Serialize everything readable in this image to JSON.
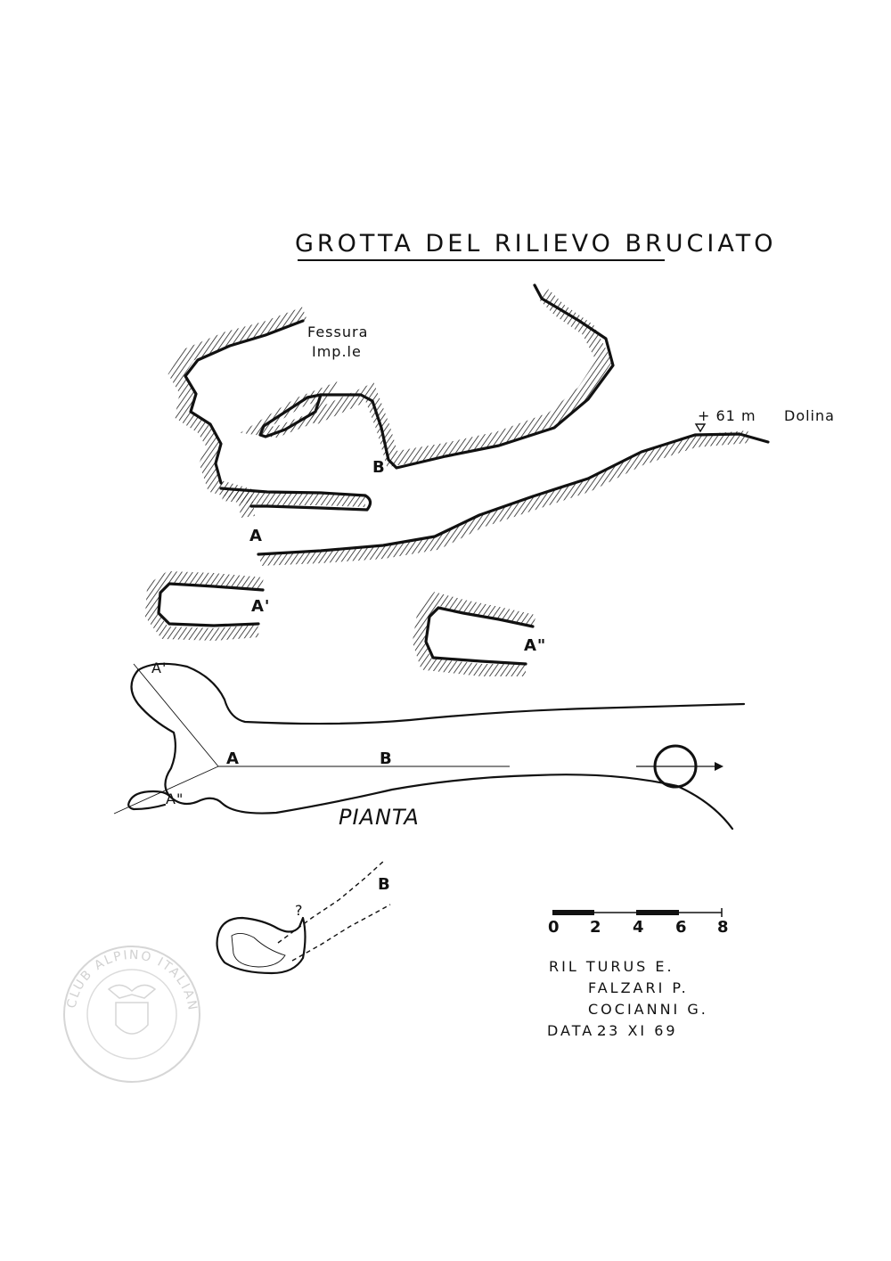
{
  "title": "GROTTA DEL RILIEVO BRUCIATO",
  "section": {
    "fessura_line1": "Fessura",
    "fessura_line2": "Imp.le",
    "depth_mark": "+ 61 m",
    "dolina": "Dolina",
    "label_a": "A",
    "label_b": "B",
    "label_a1": "A'",
    "label_a2": "A\""
  },
  "plan": {
    "label": "PIANTA",
    "label_a": "A",
    "label_b": "B",
    "label_a1": "A'",
    "label_a2": "A\""
  },
  "detail": {
    "label_b": "B",
    "question": "?"
  },
  "scale": {
    "ticks": [
      "0",
      "2",
      "4",
      "6",
      "8"
    ]
  },
  "credits": {
    "line1": "RIL  TURUS E.",
    "line2": "FALZARI P.",
    "line3": "COCIANNI G.",
    "line4_label": "DATA :",
    "line4_value": "23 XI 69"
  },
  "stamp": {
    "text": "CLUB ALPINO ITALIANO"
  }
}
